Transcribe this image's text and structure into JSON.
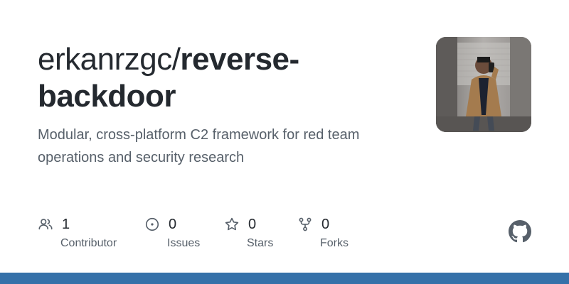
{
  "repo": {
    "owner": "erkanrzgc",
    "slash": "/",
    "name_part1": "reverse-",
    "name_part2": "backdoor",
    "description": "Modular, cross-platform C2 framework for red team operations and security research"
  },
  "stats": [
    {
      "icon": "people-icon",
      "count": "1",
      "label": "Contributor"
    },
    {
      "icon": "issue-icon",
      "count": "0",
      "label": "Issues"
    },
    {
      "icon": "star-icon",
      "count": "0",
      "label": "Stars"
    },
    {
      "icon": "fork-icon",
      "count": "0",
      "label": "Forks"
    }
  ],
  "colors": {
    "title": "#24292f",
    "muted": "#57606a",
    "bottom_bar": "#3571a9",
    "icon": "#57606a"
  },
  "logo": "github-mark-icon"
}
